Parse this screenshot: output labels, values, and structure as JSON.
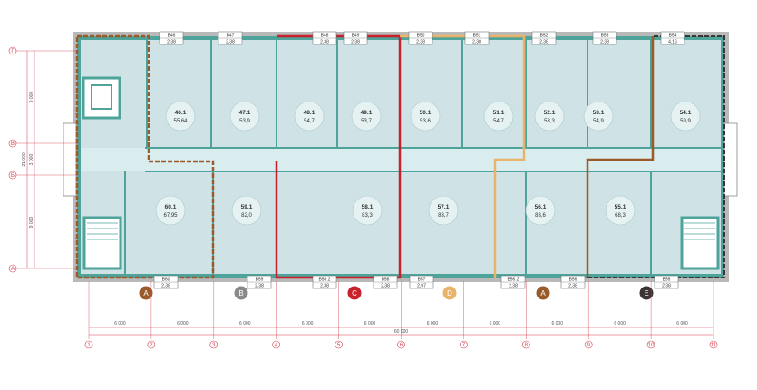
{
  "rooms": [
    {
      "id": "46.1",
      "area": "55,64"
    },
    {
      "id": "47.1",
      "area": "53,9"
    },
    {
      "id": "48.1",
      "area": "54,7"
    },
    {
      "id": "49.1",
      "area": "53,7"
    },
    {
      "id": "50.1",
      "area": "53,6"
    },
    {
      "id": "51.1",
      "area": "54,7"
    },
    {
      "id": "52.1",
      "area": "53,3"
    },
    {
      "id": "53.1",
      "area": "54,9"
    },
    {
      "id": "54.1",
      "area": "59,9"
    },
    {
      "id": "60.1",
      "area": "67,95"
    },
    {
      "id": "59.1",
      "area": "82,0"
    },
    {
      "id": "58.1",
      "area": "83,3"
    },
    {
      "id": "57.1",
      "area": "83,7"
    },
    {
      "id": "56.1",
      "area": "83,6"
    },
    {
      "id": "55.1",
      "area": "68,3"
    }
  ],
  "windows_top": [
    {
      "id": "Б46",
      "h": "2,38"
    },
    {
      "id": "Б47",
      "h": "2,38"
    },
    {
      "id": "Б48",
      "h": "2,38"
    },
    {
      "id": "Б49",
      "h": "2,38"
    },
    {
      "id": "Б50",
      "h": "2,38"
    },
    {
      "id": "Б51",
      "h": "2,38"
    },
    {
      "id": "Б52",
      "h": "2,38"
    },
    {
      "id": "Б53",
      "h": "2,38"
    },
    {
      "id": "Б54",
      "h": "4,16"
    }
  ],
  "windows_bottom": [
    {
      "id": "Б60",
      "h": "2,38"
    },
    {
      "id": "Б59",
      "h": "2,38"
    },
    {
      "id": "Б58.2",
      "h": "2,38"
    },
    {
      "id": "Б58",
      "h": "2,38"
    },
    {
      "id": "Б57",
      "h": "2,97"
    },
    {
      "id": "Б56.2",
      "h": "2,38"
    },
    {
      "id": "Б56",
      "h": "2,38"
    },
    {
      "id": "Б55",
      "h": "2,38"
    }
  ],
  "lots": [
    {
      "label": "A",
      "color": "#9b5a2a"
    },
    {
      "label": "B",
      "color": "#8a8a8a"
    },
    {
      "label": "C",
      "color": "#c8212b"
    },
    {
      "label": "D",
      "color": "#eab36a"
    },
    {
      "label": "A",
      "color": "#9b5a2a"
    },
    {
      "label": "E",
      "color": "#3a3434"
    }
  ],
  "axes_left": [
    "Г",
    "В",
    "Б",
    "А"
  ],
  "axes_bottom": [
    "1",
    "2",
    "3",
    "4",
    "5",
    "6",
    "7",
    "8",
    "9",
    "10",
    "11"
  ],
  "dimensions": {
    "bays": [
      "6 000",
      "6 000",
      "6 000",
      "6 000",
      "6 000",
      "6 000",
      "6 000",
      "6 000",
      "6 000",
      "6 000"
    ],
    "total": "60 000",
    "left_spans": [
      "9 000",
      "21 000",
      "3 000",
      "9 000"
    ]
  },
  "colors": {
    "floor": "#cfe3e6",
    "wall": "#4ea39a",
    "lot_a": "#9b5a2a",
    "lot_b": "#8a8a8a",
    "lot_c": "#c8212b",
    "lot_d": "#eab36a",
    "lot_e": "#3a3434",
    "axis": "#d23a4a"
  }
}
